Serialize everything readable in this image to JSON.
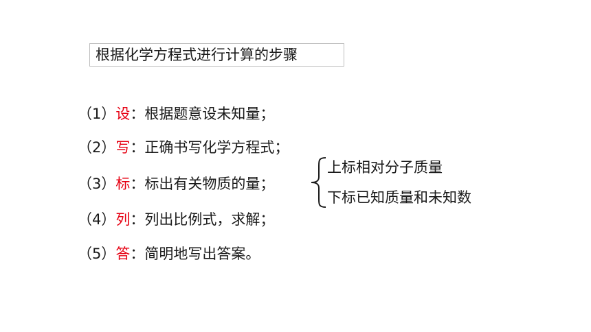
{
  "title": "根据化学方程式进行计算的步骤",
  "steps": [
    {
      "num": "（1）",
      "keyword": "设",
      "sep": "：",
      "text": "根据题意设未知量；"
    },
    {
      "num": "（2）",
      "keyword": "写",
      "sep": "：",
      "text": "正确书写化学方程式；"
    },
    {
      "num": "（3）",
      "keyword": "标",
      "sep": "：",
      "text": "标出有关物质的量；"
    },
    {
      "num": "（4）",
      "keyword": "列",
      "sep": "：",
      "text": "列出比例式，求解；"
    },
    {
      "num": "（5）",
      "keyword": "答",
      "sep": "：",
      "text": "简明地写出答案。"
    }
  ],
  "brace_items": [
    "上标相对分子质量",
    "下标已知质量和未知数"
  ],
  "colors": {
    "keyword": "#e60012",
    "text": "#1a1a1a",
    "border": "#bdbdbd"
  }
}
